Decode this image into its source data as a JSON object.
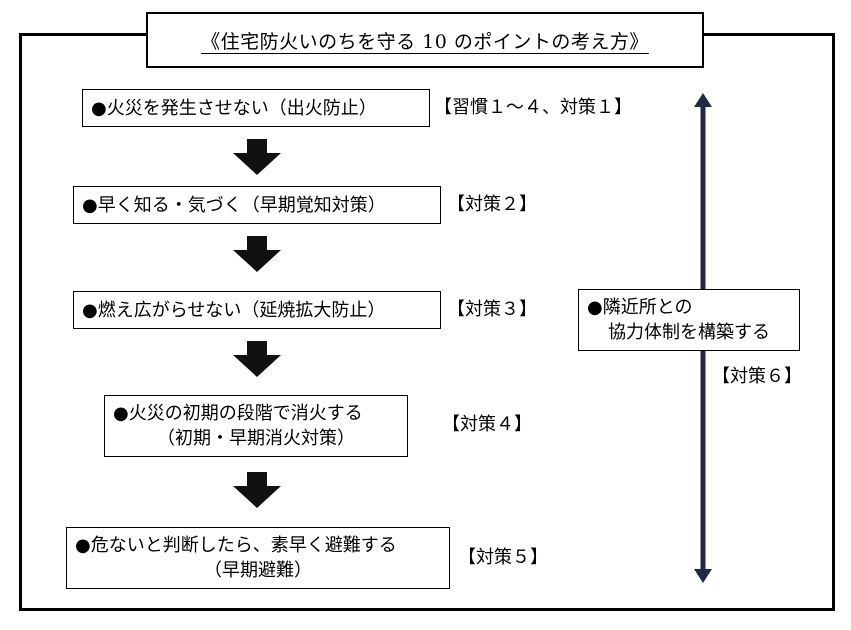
{
  "title": "《住宅防火いのちを守る 10 のポイントの考え方》",
  "steps": [
    {
      "text": "●火災を発生させない（出火防止）",
      "tag": "【習慣１～４、対策１】"
    },
    {
      "text": "●早く知る・気づく（早期覚知対策）",
      "tag": "【対策２】"
    },
    {
      "text": "●燃え広がらせない（延焼拡大防止）",
      "tag": "【対策３】"
    },
    {
      "line1": "●火災の初期の段階で消火する",
      "line2": "（初期・早期消火対策）",
      "tag": "【対策４】"
    },
    {
      "line1": "●危ないと判断したら、素早く避難する",
      "line2": "（早期避難）",
      "tag": "【対策５】"
    }
  ],
  "side": {
    "line1": "●隣近所との",
    "line2": "協力体制を構築する",
    "tag": "【対策６】"
  },
  "colors": {
    "arrow": "#111111",
    "vertical_arrow": "#1f2a44",
    "border": "#000000"
  }
}
